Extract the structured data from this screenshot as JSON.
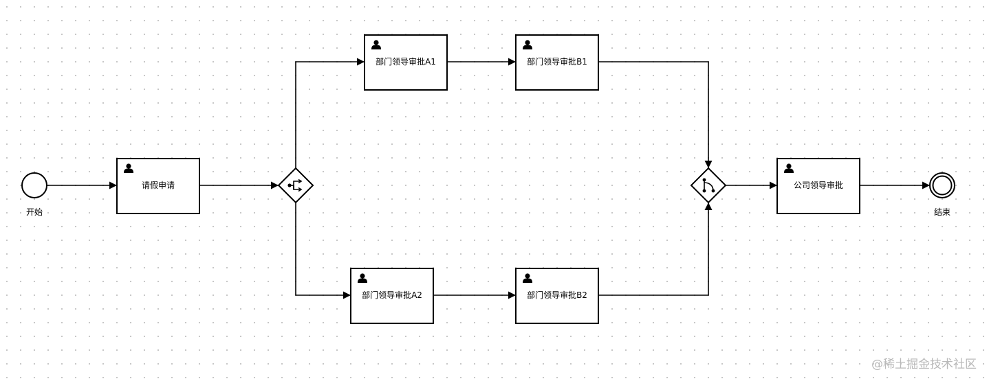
{
  "diagram": {
    "start_event": {
      "label": "开始"
    },
    "end_event": {
      "label": "结束"
    },
    "tasks": {
      "leave_request": "请假申请",
      "dept_a1": "部门领导审批A1",
      "dept_b1": "部门领导审批B1",
      "dept_a2": "部门领导审批A2",
      "dept_b2": "部门领导审批B2",
      "company": "公司领导审批"
    },
    "gateways": {
      "split": "inclusive-split-icon",
      "join": "inclusive-join-icon"
    }
  },
  "watermark": "@稀土掘金技术社区"
}
